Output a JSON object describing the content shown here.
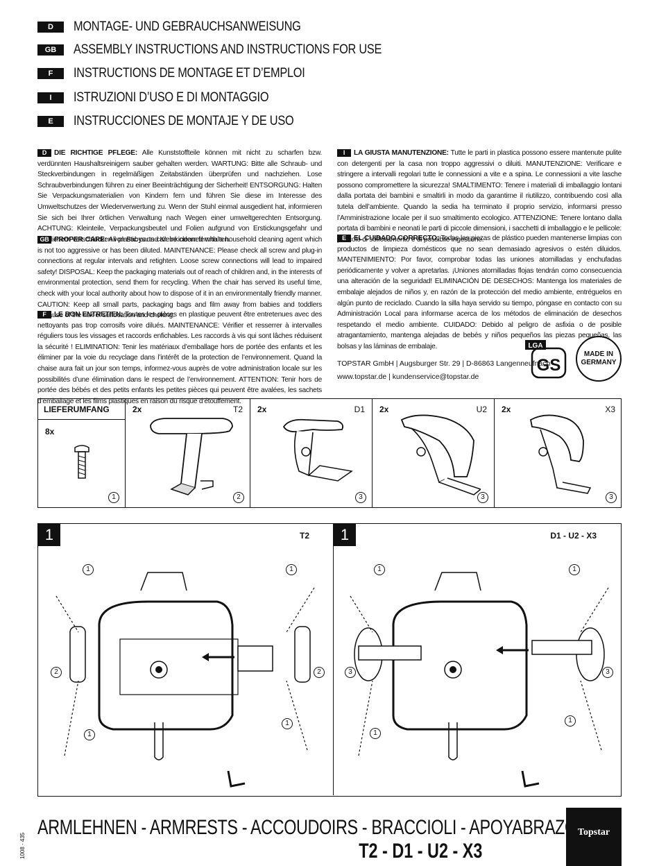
{
  "header": {
    "rows": [
      {
        "tag": "D",
        "title": "MONTAGE- UND GEBRAUCHSANWEISUNG"
      },
      {
        "tag": "GB",
        "title": "ASSEMBLY INSTRUCTIONS AND INSTRUCTIONS FOR USE"
      },
      {
        "tag": "F",
        "title": "INSTRUCTIONS DE MONTAGE ET D’EMPLOI"
      },
      {
        "tag": "I",
        "title": "ISTRUZIONI D’USO E DI MONTAGGIO"
      },
      {
        "tag": "E",
        "title": "INSTRUCCIONES DE MONTAJE Y DE USO"
      }
    ]
  },
  "care": {
    "d": {
      "tag": "D",
      "heading": "DIE RICHTIGE PFLEGE:",
      "text": "Alle Kunststoffteile können mit nicht zu scharfen bzw. verdünnten Haushaltsreinigern sauber gehalten werden. WARTUNG: Bitte alle Schraub- und Steckverbindungen in regelmäßigen Zeitabständen überprüfen und nachziehen. Lose Schraubverbindungen führen zu einer Beeinträchtigung der Sicherheit! ENTSORGUNG: Halten Sie Verpackungsmaterialien von Kindern fern und führen Sie diese im Interesse des Umweltschutzes der Wiederverwertung zu. Wenn der Stuhl einmal ausgedient hat, informieren Sie sich bei Ihrer örtlichen Verwaltung nach Wegen einer umweltgerechten Entsorgung. ACHTUNG: Kleinteile, Verpackungsbeutel und Folien aufgrund von Erstickungsgefahr und möglichem Verschlucken von Babys und Kleinkindern fernhalten."
    },
    "gb": {
      "tag": "GB",
      "heading": "PROPER CARE:",
      "text": "All plastic parts can be cleaned with a household cleaning agent which is not too aggressive or has been diluted. MAINTENANCE: Please check all screw and plug-in connections at regular intervals and retighten. Loose screw connections will lead to impaired safety! DISPOSAL: Keep the packaging materials out of reach of children and, in the interests of environmental protection, send them for recycling. When the chair has served its useful time, check with your local authority about how to dispose of it in an environmentally friendly manner. CAUTION: Keep all small parts, packaging bags and film away from babies and toddlers because of the risk of suffocation and choking."
    },
    "f": {
      "tag": "F",
      "heading": "LE BON ENTRETIEN:",
      "text": "Toutes les pièces en plastique peuvent être entretenues avec des nettoyants pas trop corrosifs voire dilués. MAINTENANCE: Vérifier et resserrer à intervalles réguliers tous les vissages et raccords enfichables. Les raccords à vis qui sont lâches réduisent la sécurité ! ELIMINATION: Tenir les matériaux d’emballage hors de portée des enfants et les éliminer par la voie du recyclage dans l’intérêt de la protection de l’environnement. Quand la chaise aura fait un jour son temps, informez-vous auprès de votre administration locale sur les possibilités d’une élimination dans le respect de l’environnement. ATTENTION: Tenir hors de portée des bébés et des petits enfants les petites pièces qui peuvent être avalées, les sachets d’emballage et les films plastiques en raison du risque d’étouffement."
    },
    "i": {
      "tag": "I",
      "heading": "LA GIUSTA MANUTENZIONE:",
      "text": "Tutte le parti in plastica possono essere mantenute pulite con detergenti per la casa non troppo aggressivi o diluiti. MANUTENZIONE: Verificare e stringere a intervalli regolari tutte le connessioni a vite e a spina. Le connessioni a vite lasche possono compromettere la sicurezza! SMALTIMENTO: Tenere i materiali di imballaggio lontani dalla portata dei bambini e smaltirli in modo da garantirne il riutilizzo, contribuendo così alla tutela dell’ambiente. Quando la sedia ha terminato il proprio servizio, informarsi presso l’Amministrazione locale per il suo smaltimento ecologico. ATTENZIONE: Tenere lontano dalla portata di bambini e neonati le parti di piccole dimensioni, i sacchetti di imballaggio e le pellicole: pericolo di soffocamento e di possibile ingestione."
    },
    "e": {
      "tag": "E",
      "heading": "EL CUIDADO CORRECTO:",
      "text": "Todas las piezas de plástico pueden mantenerse limpias con productos de limpieza domésticos que no sean demasiado agresivos o estén diluidos. MANTENIMIENTO: Por favor, comprobar todas las uniones atornilladas y enchufadas periódicamente y volver a apretarlas. ¡Uniones atornilladas flojas tendrán como consecuencia una alteración de la seguridad! ELIMINACIÓN DE DESECHOS: Mantenga los materiales de embalaje alejados de niños y, en razón de la protección del medio ambiente, entréguelos en algún punto de reciclado. Cuando la silla haya servido su tiempo, póngase en contacto con su Administración Local para informarse acerca de los métodos de eliminación de desechos respetando el medio ambiente. CUIDADO: Debido al peligro de asfixia o de posible atragantamiento, mantenga alejadas de bebés y niños pequeños las piezas pequeñas, las bolsas y las láminas de embalaje."
    }
  },
  "company": {
    "line1": "TOPSTAR GmbH | Augsburger Str. 29 | D-86863 Langenneufnach",
    "line2": "www.topstar.de | kundenservice@topstar.de",
    "cert_lga": "LGA",
    "cert_gs": "GS",
    "made_in": "MADE IN GERMANY"
  },
  "parts": {
    "header": "LIEFERUMFANG",
    "screw_qty": "8x",
    "screw_num": "1",
    "items": [
      {
        "qty": "2x",
        "code": "T2",
        "num": "2"
      },
      {
        "qty": "2x",
        "code": "D1",
        "num": "3"
      },
      {
        "qty": "2x",
        "code": "U2",
        "num": "3"
      },
      {
        "qty": "2x",
        "code": "X3",
        "num": "3"
      }
    ]
  },
  "steps": [
    {
      "step": "1",
      "label": "T2",
      "arm_num": "2",
      "screw_num": "1"
    },
    {
      "step": "1",
      "label": "D1 - U2 - X3",
      "arm_num": "3",
      "screw_num": "1"
    }
  ],
  "footer": {
    "title": "ARMLEHNEN - ARMRESTS - ACCOUDOIRS - BRACCIOLI - APOYABRAZOS",
    "models": "T2 - D1 - U2 - X3",
    "logo": "Topstar",
    "docnum": "1008 - 435"
  }
}
